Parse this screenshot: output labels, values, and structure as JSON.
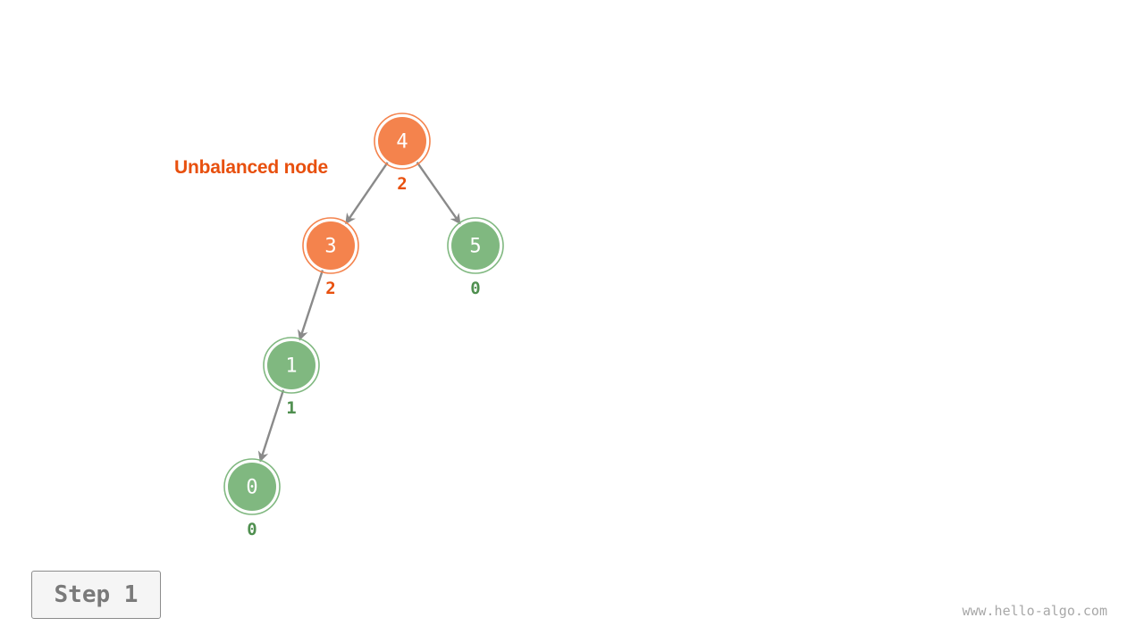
{
  "annotation": "Unbalanced node",
  "step_label": "Step 1",
  "watermark": "www.hello-algo.com",
  "colors": {
    "unbalanced": "#f4834d",
    "unbalanced_text": "#e8500e",
    "balanced": "#80b880",
    "balanced_text": "#4f8f4f",
    "edge": "#8a8a8a"
  },
  "tree": {
    "nodes": [
      {
        "id": "n4",
        "value": "4",
        "balance_factor": "2",
        "state": "unbalanced"
      },
      {
        "id": "n3",
        "value": "3",
        "balance_factor": "2",
        "state": "unbalanced"
      },
      {
        "id": "n5",
        "value": "5",
        "balance_factor": "0",
        "state": "balanced"
      },
      {
        "id": "n1",
        "value": "1",
        "balance_factor": "1",
        "state": "balanced"
      },
      {
        "id": "n0",
        "value": "0",
        "balance_factor": "0",
        "state": "balanced"
      }
    ],
    "edges": [
      {
        "from": "n4",
        "to": "n3"
      },
      {
        "from": "n4",
        "to": "n5"
      },
      {
        "from": "n3",
        "to": "n1"
      },
      {
        "from": "n1",
        "to": "n0"
      }
    ]
  }
}
